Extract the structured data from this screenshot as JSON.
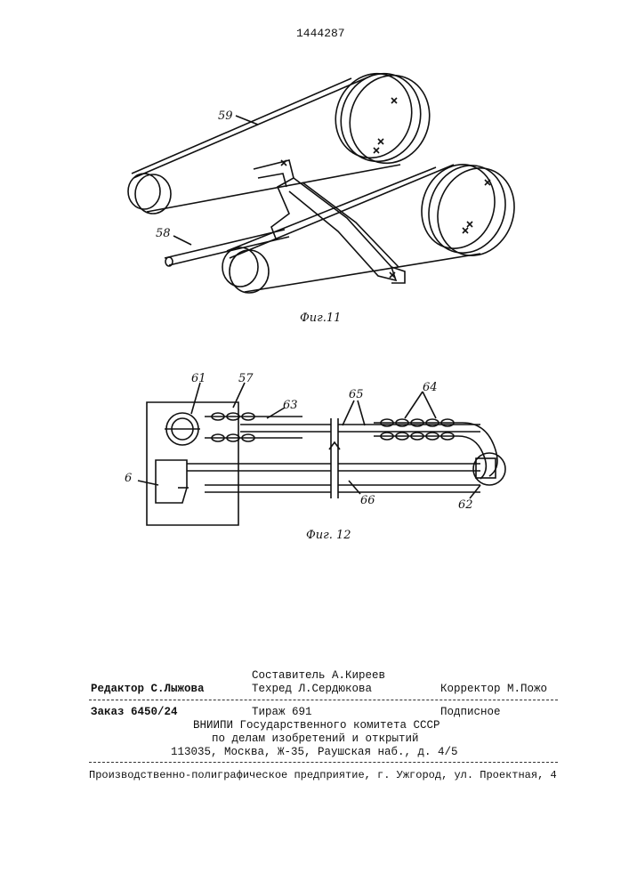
{
  "patent_number": "1444287",
  "figures": {
    "fig11": {
      "caption": "Фиг.11",
      "labels": {
        "belt": "59",
        "shaft": "58"
      }
    },
    "fig12": {
      "caption": "Фиг. 12",
      "labels": {
        "n61": "61",
        "n57": "57",
        "n63": "63",
        "n65": "65",
        "n64": "64",
        "n6": "6",
        "n66": "66",
        "n62": "62"
      }
    }
  },
  "colophon": {
    "editor": "Редактор С.Лыжова",
    "compiler": "Составитель А.Киреев",
    "techred": "Техред Л.Сердюкова",
    "corrector": "Корректор М.Пожо",
    "order": "Заказ 6450/24",
    "circulation": "Тираж 691",
    "subscription": "Подписное",
    "org_line1": "ВНИИПИ Государственного комитета СССР",
    "org_line2": "по делам изобретений и открытий",
    "org_address": "113035, Москва, Ж-35, Раушская наб., д. 4/5",
    "printer": "Производственно-полиграфическое предприятие, г. Ужгород, ул. Проектная, 4"
  }
}
